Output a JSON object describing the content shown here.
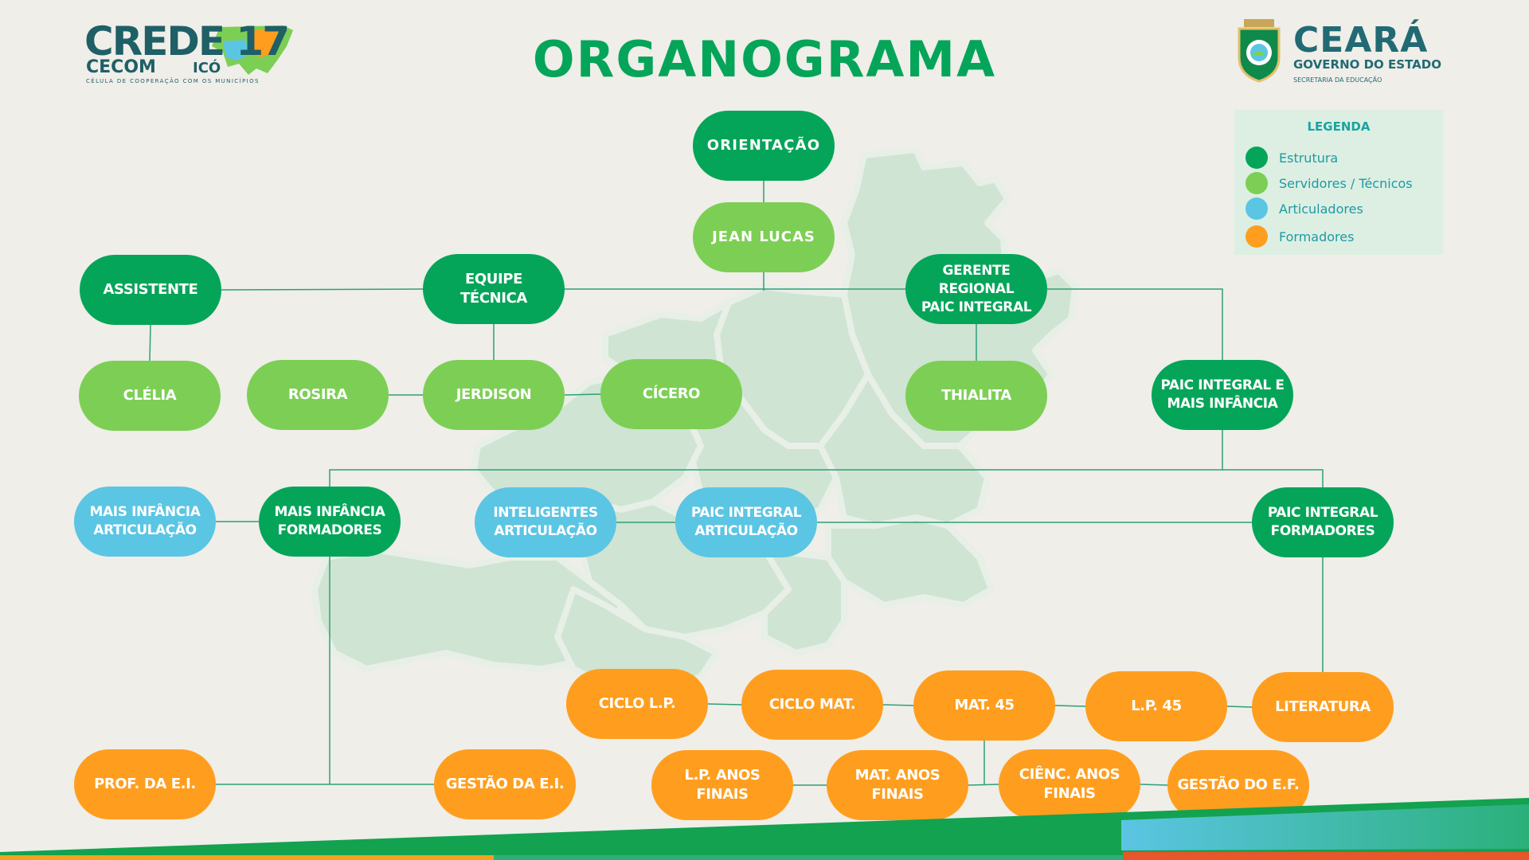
{
  "title": "ORGANOGRAMA",
  "logos": {
    "left": {
      "main": "CREDE 17",
      "line2": "CECOM",
      "city": "ICÓ",
      "tagline": "CÉLULA DE COOPERAÇÃO COM OS MUNICÍPIOS"
    },
    "right": {
      "name": "CEARÁ",
      "line2": "GOVERNO DO ESTADO",
      "line3": "SECRETARIA DA EDUCAÇÃO"
    }
  },
  "legend": {
    "title": "LEGENDA",
    "items": [
      {
        "label": "Estrutura",
        "color": "#05a559"
      },
      {
        "label": "Servidores / Técnicos",
        "color": "#7ccf54"
      },
      {
        "label": "Articuladores",
        "color": "#5bc5e4"
      },
      {
        "label": "Formadores",
        "color": "#ff9e1e"
      }
    ]
  },
  "nodes": {
    "orientacao": {
      "label": "ORIENTAÇÃO",
      "category": "Estrutura"
    },
    "jean_lucas": {
      "label": "JEAN LUCAS",
      "category": "Servidores / Técnicos"
    },
    "assistente": {
      "label": "ASSISTENTE",
      "category": "Estrutura"
    },
    "equipe_tecnica": {
      "label": "EQUIPE TÉCNICA",
      "category": "Estrutura"
    },
    "gerente_regional": {
      "label": "GERENTE REGIONAL PAIC INTEGRAL",
      "category": "Estrutura"
    },
    "clelia": {
      "label": "CLÉLIA",
      "category": "Servidores / Técnicos"
    },
    "rosira": {
      "label": "ROSIRA",
      "category": "Servidores / Técnicos"
    },
    "jerdison": {
      "label": "JERDISON",
      "category": "Servidores / Técnicos"
    },
    "cicero": {
      "label": "CÍCERO",
      "category": "Servidores / Técnicos"
    },
    "thialita": {
      "label": "THIALITA",
      "category": "Servidores / Técnicos"
    },
    "paic_mais_infancia": {
      "label": "PAIC INTEGRAL E MAIS INFÂNCIA",
      "category": "Estrutura"
    },
    "mais_infancia_articulacao": {
      "label": "MAIS INFÂNCIA ARTICULAÇÃO",
      "category": "Articuladores"
    },
    "mais_infancia_formadores": {
      "label": "MAIS INFÂNCIA FORMADORES",
      "category": "Estrutura"
    },
    "inteligentes_articulacao": {
      "label": "INTELIGENTES ARTICULAÇÃO",
      "category": "Articuladores"
    },
    "paic_articulacao": {
      "label": "PAIC INTEGRAL ARTICULAÇÃO",
      "category": "Articuladores"
    },
    "paic_formadores": {
      "label": "PAIC INTEGRAL FORMADORES",
      "category": "Estrutura"
    },
    "ciclo_lp": {
      "label": "CICLO L.P.",
      "category": "Formadores"
    },
    "ciclo_mat": {
      "label": "CICLO MAT.",
      "category": "Formadores"
    },
    "mat_45": {
      "label": "MAT. 45",
      "category": "Formadores"
    },
    "lp_45": {
      "label": "L.P. 45",
      "category": "Formadores"
    },
    "literatura": {
      "label": "LITERATURA",
      "category": "Formadores"
    },
    "prof_ei": {
      "label": "PROF. DA E.I.",
      "category": "Formadores"
    },
    "gestao_ei": {
      "label": "GESTÃO DA E.I.",
      "category": "Formadores"
    },
    "lp_anos_finais": {
      "label": "L.P. ANOS FINAIS",
      "category": "Formadores"
    },
    "mat_anos_finais": {
      "label": "MAT. ANOS FINAIS",
      "category": "Formadores"
    },
    "cienc_anos_finais": {
      "label": "CIÊNC. ANOS FINAIS",
      "category": "Formadores"
    },
    "gestao_ef": {
      "label": "GESTÃO DO E.F.",
      "category": "Formadores"
    }
  },
  "edges": [
    [
      "orientacao",
      "jean_lucas"
    ],
    [
      "jean_lucas",
      "equipe_tecnica"
    ],
    [
      "jean_lucas",
      "gerente_regional"
    ],
    [
      "equipe_tecnica",
      "assistente"
    ],
    [
      "assistente",
      "clelia"
    ],
    [
      "equipe_tecnica",
      "jerdison"
    ],
    [
      "jerdison",
      "rosira"
    ],
    [
      "jerdison",
      "cicero"
    ],
    [
      "gerente_regional",
      "thialita"
    ],
    [
      "gerente_regional",
      "paic_mais_infancia"
    ],
    [
      "paic_mais_infancia",
      "mais_infancia_formadores"
    ],
    [
      "paic_mais_infancia",
      "paic_formadores"
    ],
    [
      "mais_infancia_formadores",
      "mais_infancia_articulacao"
    ],
    [
      "mais_infancia_formadores",
      "prof_ei"
    ],
    [
      "mais_infancia_formadores",
      "gestao_ei"
    ],
    [
      "paic_formadores",
      "inteligentes_articulacao"
    ],
    [
      "paic_formadores",
      "paic_articulacao"
    ],
    [
      "paic_formadores",
      "literatura"
    ],
    [
      "literatura",
      "lp_45"
    ],
    [
      "lp_45",
      "mat_45"
    ],
    [
      "mat_45",
      "ciclo_mat"
    ],
    [
      "ciclo_mat",
      "ciclo_lp"
    ],
    [
      "mat_45",
      "mat_anos_finais"
    ],
    [
      "mat_45",
      "cienc_anos_finais"
    ],
    [
      "mat_anos_finais",
      "lp_anos_finais"
    ],
    [
      "cienc_anos_finais",
      "gestao_ef"
    ]
  ]
}
